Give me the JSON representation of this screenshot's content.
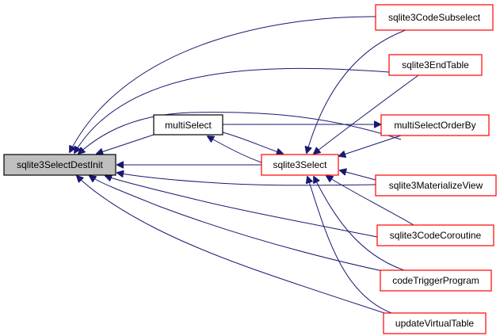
{
  "graph": {
    "type": "call-graph",
    "direction": "right-to-left",
    "colors": {
      "root_fill": "#bfbfbf",
      "root_stroke": "#000000",
      "documented_stroke": "#000000",
      "undocumented_stroke": "#ff0000",
      "node_fill": "#ffffff",
      "edge": "#191970"
    },
    "nodes": [
      {
        "id": "sqlite3SelectDestInit",
        "label": "sqlite3SelectDestInit",
        "style": "root"
      },
      {
        "id": "multiSelect",
        "label": "multiSelect",
        "style": "black"
      },
      {
        "id": "sqlite3Select",
        "label": "sqlite3Select",
        "style": "red"
      },
      {
        "id": "sqlite3CodeSubselect",
        "label": "sqlite3CodeSubselect",
        "style": "red"
      },
      {
        "id": "sqlite3EndTable",
        "label": "sqlite3EndTable",
        "style": "red"
      },
      {
        "id": "multiSelectOrderBy",
        "label": "multiSelectOrderBy",
        "style": "red"
      },
      {
        "id": "sqlite3MaterializeView",
        "label": "sqlite3MaterializeView",
        "style": "red"
      },
      {
        "id": "sqlite3CodeCoroutine",
        "label": "sqlite3CodeCoroutine",
        "style": "red"
      },
      {
        "id": "codeTriggerProgram",
        "label": "codeTriggerProgram",
        "style": "red"
      },
      {
        "id": "updateVirtualTable",
        "label": "updateVirtualTable",
        "style": "red"
      }
    ],
    "edges": [
      {
        "from": "sqlite3CodeSubselect",
        "to": "sqlite3SelectDestInit"
      },
      {
        "from": "sqlite3EndTable",
        "to": "sqlite3SelectDestInit"
      },
      {
        "from": "multiSelectOrderBy",
        "to": "sqlite3SelectDestInit"
      },
      {
        "from": "multiSelect",
        "to": "sqlite3SelectDestInit"
      },
      {
        "from": "sqlite3Select",
        "to": "sqlite3SelectDestInit"
      },
      {
        "from": "sqlite3MaterializeView",
        "to": "sqlite3SelectDestInit"
      },
      {
        "from": "sqlite3CodeCoroutine",
        "to": "sqlite3SelectDestInit"
      },
      {
        "from": "codeTriggerProgram",
        "to": "sqlite3SelectDestInit"
      },
      {
        "from": "updateVirtualTable",
        "to": "sqlite3SelectDestInit"
      },
      {
        "from": "multiSelect",
        "to": "multiSelectOrderBy"
      },
      {
        "from": "multiSelect",
        "to": "sqlite3Select"
      },
      {
        "from": "sqlite3Select",
        "to": "multiSelect"
      },
      {
        "from": "sqlite3CodeSubselect",
        "to": "sqlite3Select"
      },
      {
        "from": "sqlite3EndTable",
        "to": "sqlite3Select"
      },
      {
        "from": "multiSelectOrderBy",
        "to": "sqlite3Select"
      },
      {
        "from": "sqlite3MaterializeView",
        "to": "sqlite3Select"
      },
      {
        "from": "sqlite3CodeCoroutine",
        "to": "sqlite3Select"
      },
      {
        "from": "codeTriggerProgram",
        "to": "sqlite3Select"
      },
      {
        "from": "updateVirtualTable",
        "to": "sqlite3Select"
      }
    ]
  }
}
